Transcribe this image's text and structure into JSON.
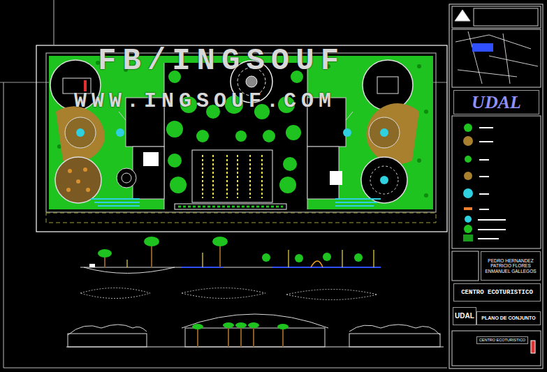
{
  "diagram": {
    "nodes": [
      {
        "text": [
          "UDAL"
        ]
      },
      {
        "text": [
          "PEDRO HERNANDEZ",
          "PATRICIO FLORES",
          "ENMANUEL GALLEGOS"
        ]
      },
      {
        "text": [
          "CENTRO ECOTURISTICO"
        ]
      },
      {
        "text": [
          "UDAL"
        ]
      },
      {
        "text": [
          "PLANO DE CONJUNTO"
        ]
      },
      {
        "text": [
          "CENTRO ECOTURISTICO"
        ]
      }
    ],
    "labels": [
      "FB/INGSOUF",
      "WWW.INGSOUF.COM"
    ]
  }
}
